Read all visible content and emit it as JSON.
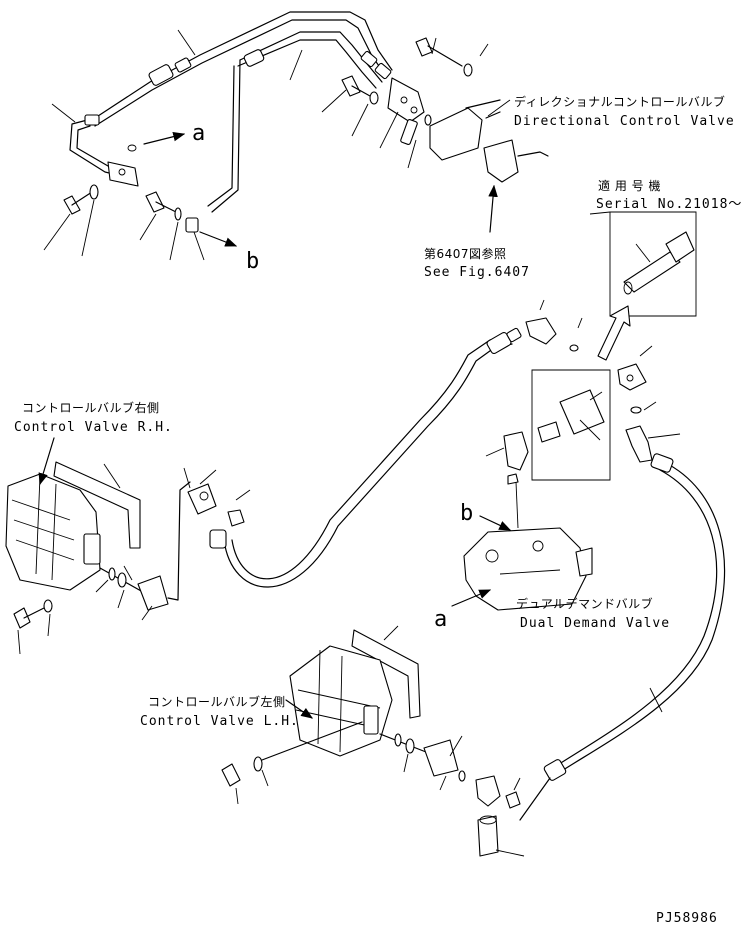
{
  "labels": {
    "directional_valve_jp": "ディレクショナルコントロールバルブ",
    "directional_valve_en": "Directional Control Valve",
    "applicable_jp": "適 用 号 機",
    "serial_no": "Serial No.21018～",
    "see_fig_jp": "第6407図参照",
    "see_fig_en": "See Fig.6407",
    "cv_rh_jp": "コントロールバルブ右側",
    "cv_rh_en": "Control Valve R.H.",
    "dual_demand_jp": "デュアルデマンドバルブ",
    "dual_demand_en": "Dual Demand Valve",
    "cv_lh_jp": "コントロールバルブ左側",
    "cv_lh_en": "Control Valve L.H.",
    "ref_a": "a",
    "ref_b": "b",
    "drawing_no": "PJ58986"
  }
}
